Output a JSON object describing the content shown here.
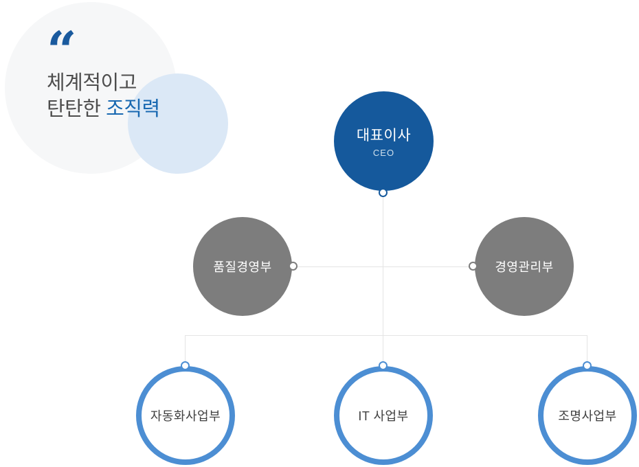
{
  "quote": {
    "mark": "“",
    "line1": "체계적이고",
    "line2_prefix": "탄탄한 ",
    "line2_accent": "조직력"
  },
  "org_chart": {
    "ceo": {
      "label": "대표이사",
      "sublabel": "CEO"
    },
    "level2": [
      {
        "label": "품질경영부"
      },
      {
        "label": "경영관리부"
      }
    ],
    "level3": [
      {
        "label": "자동화사업부"
      },
      {
        "label": "IT 사업부"
      },
      {
        "label": "조명사업부"
      }
    ]
  },
  "colors": {
    "primary_blue": "#15599c",
    "accent_text_blue": "#1868b1",
    "ring_blue": "#4c8ed3",
    "node_gray": "#7d7d7d",
    "connector_gray": "#e4e4e4",
    "deco_circle_gray": "#f6f7f8",
    "deco_circle_blue": "#dbe8f6",
    "text_dark": "#4d4d4d",
    "page_background": "#ffffff"
  }
}
